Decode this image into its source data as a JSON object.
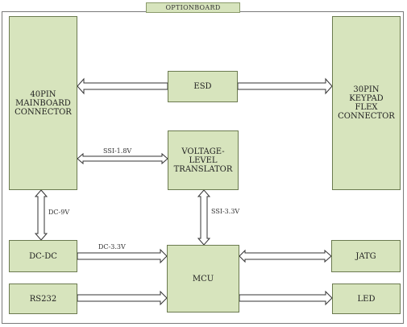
{
  "title": "OPTIONBOARD",
  "blocks": {
    "mainboard": "40PIN\nMAINBOARD\nCONNECTOR",
    "keypad": "30PIN\nKEYPAD\nFLEX\nCONNECTOR",
    "esd": "ESD",
    "translator": "VOLTAGE-\nLEVEL\nTRANSLATOR",
    "dcdc": "DC-DC",
    "rs232": "RS232",
    "mcu": "MCU",
    "jatg": "JATG",
    "led": "LED"
  },
  "labels": {
    "ssi18": "SSI-1.8V",
    "dc9": "DC-9V",
    "ssi33": "SSI-3.3V",
    "dc33": "DC-3.3V"
  }
}
